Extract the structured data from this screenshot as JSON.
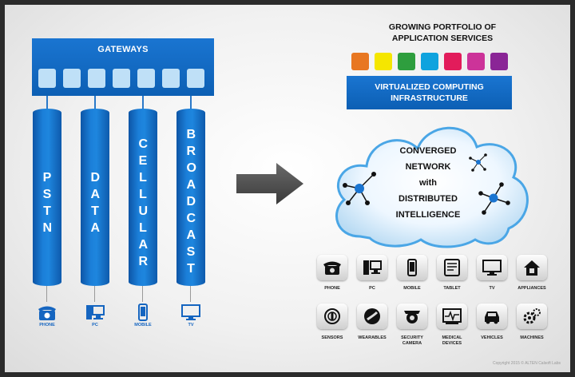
{
  "gateways": {
    "title": "GATEWAYS"
  },
  "pillars": [
    {
      "id": "pstn",
      "label": "PSTN"
    },
    {
      "id": "data",
      "label": "DATA"
    },
    {
      "id": "cellular",
      "label": "CELLULAR"
    },
    {
      "id": "broadcast",
      "label": "BROADCAST"
    }
  ],
  "legacy_devices": [
    {
      "label": "PHONE",
      "icon": "phone-icon"
    },
    {
      "label": "PC",
      "icon": "pc-icon"
    },
    {
      "label": "MOBILE",
      "icon": "mobile-icon"
    },
    {
      "label": "TV",
      "icon": "tv-icon"
    }
  ],
  "portfolio": {
    "title_line1": "GROWING PORTFOLIO OF",
    "title_line2": "APPLICATION SERVICES",
    "colors": [
      "#e87722",
      "#f5e600",
      "#2e9e3e",
      "#0fa3de",
      "#e21c5b",
      "#cc3399",
      "#8a2596"
    ]
  },
  "infrastructure": {
    "line1": "VIRTUALIZED COMPUTING",
    "line2": "INFRASTRUCTURE"
  },
  "cloud": {
    "line1": "CONVERGED",
    "line2": "NETWORK",
    "line3": "with",
    "line4": "DISTRIBUTED",
    "line5": "INTELLIGENCE"
  },
  "converged_devices_row1": [
    {
      "label": "PHONE",
      "icon": "phone-icon"
    },
    {
      "label": "PC",
      "icon": "pc-icon"
    },
    {
      "label": "MOBILE",
      "icon": "mobile-icon"
    },
    {
      "label": "TABLET",
      "icon": "tablet-icon"
    },
    {
      "label": "TV",
      "icon": "tv-icon"
    },
    {
      "label": "APPLIANCES",
      "icon": "appliances-icon"
    }
  ],
  "converged_devices_row2": [
    {
      "label": "SENSORS",
      "icon": "sensor-icon"
    },
    {
      "label": "WEARABLES",
      "icon": "wearable-icon"
    },
    {
      "label": "SECURITY CAMERA",
      "icon": "camera-icon"
    },
    {
      "label": "MEDICAL DEVICES",
      "icon": "medical-icon"
    },
    {
      "label": "VEHICLES",
      "icon": "vehicle-icon"
    },
    {
      "label": "MACHINES",
      "icon": "machine-icon"
    }
  ],
  "copyright": "Copyright 2015 © ALTEN Calsoft Labs",
  "colors": {
    "accent_blue": "#1a75d1",
    "device_label_blue": "#1565c0",
    "arrow_gray": "#4a4a4a"
  }
}
